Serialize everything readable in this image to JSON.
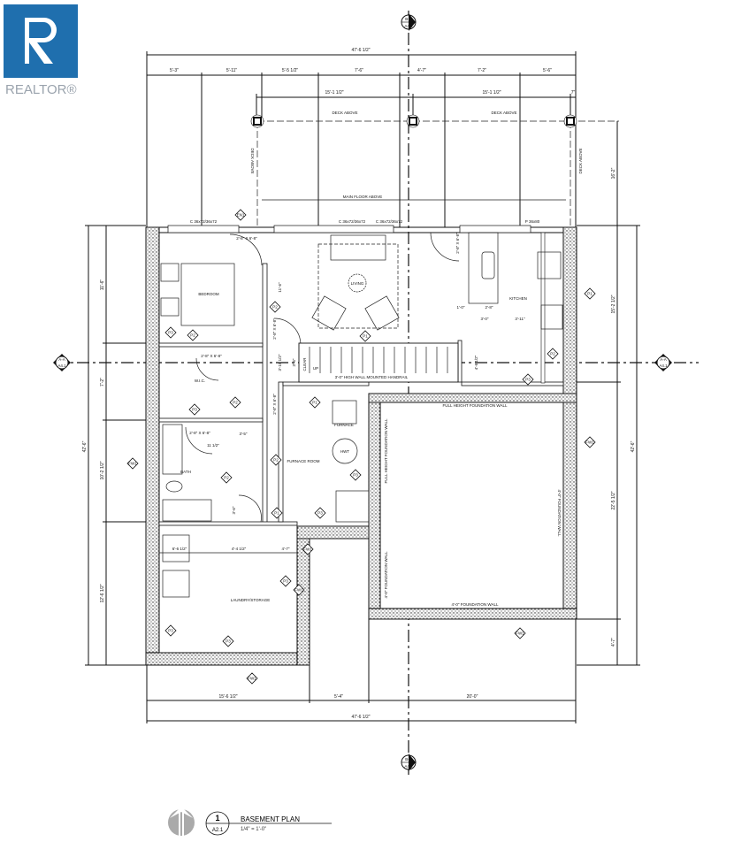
{
  "logo": {
    "text": "REALTOR®",
    "color": "#1f6fae"
  },
  "title_block": {
    "view_number": "1",
    "sheet_ref": "A2.1",
    "title": "BASEMENT PLAN",
    "scale": "1/4\" = 1'-0\""
  },
  "section_markers": {
    "b_top": {
      "label": "B-B",
      "sheet": "A4.2"
    },
    "b_bottom": {
      "label": "B-B",
      "sheet": "A4.2"
    },
    "a_left": {
      "label": "A-A",
      "sheet": "A4.1"
    },
    "a_right": {
      "label": "A-A",
      "sheet": "A4.1"
    }
  },
  "dimensions": {
    "top_overall": "47'-6 1/2\"",
    "top_segments": [
      "5'-3\"",
      "5'-11\"",
      "5'-5 1/2\"",
      "7'-6\"",
      "4'-7\"",
      "7'-2\"",
      "5'-6\""
    ],
    "deck": [
      "15'-1 1/2\"",
      "15'-1 1/2\"",
      "7\""
    ],
    "left_segments": [
      "11'-6\"",
      "7'-2\"",
      "10'-2 1/2\"",
      "12'-6 1/2\""
    ],
    "left_overall": "42'-6\"",
    "right_segments": [
      "16'-2\"",
      "15'-2 1/2\"",
      "22'-5 1/2\"",
      "4'-7\""
    ],
    "right_overall": "42'-6\"",
    "bottom_segments": [
      "15'-6 1/2\"",
      "5'-4\"",
      "20'-0\""
    ],
    "bottom_overall": "47'-6 1/2\"",
    "interior": [
      "11'-6\"",
      "2'-8\" X 6'-8\"",
      "2'-8\" X 6'-8\"",
      "2'-8\" X 6'-8\"",
      "2'-8\" X 6'-8\"",
      "2'-8\" X 6'-8\"",
      "2'-8\" X 6'-8\"",
      "1'-0\"",
      "2'-8\"",
      "3'-0\"",
      "3'-11\"",
      "3'-10 1/2\"",
      "3'-4\"",
      "4'-6 1/2\"",
      "3'-5\"",
      "11 1/2\"",
      "6'-6 1/2\"",
      "4'-4 1/2\"",
      "4'-7\"",
      "3'-6\""
    ]
  },
  "rooms": {
    "bedroom": "BEDROOM",
    "living": "LIVING",
    "kitchen": "KITCHEN",
    "wic": "W.I.C.",
    "bath": "BATH",
    "furnace": "FURNACE",
    "hwt": "HWT",
    "furnace_room": "FURNACE ROOM",
    "laundry": "LAUNDRY/STORAGE"
  },
  "notes": {
    "deck_above": "DECK ABOVE",
    "main_floor_above": "MAIN FLOOR ABOVE",
    "handrail": "3'-0\" HIGH WALL MOUNTED HANDRAIL",
    "clear": "CLEAR",
    "up": "UP",
    "full_height_wall": "FULL HEIGHT FOUNDATION WALL",
    "four_ft_wall": "4'-0\" FOUNDATION WALL"
  },
  "windows": [
    "C 36x72/36x72",
    "C 36x72/36x72",
    "C 36x72/36x72",
    "P 36x80"
  ],
  "wall_tags": {
    "p1": "P1",
    "p2": "P2",
    "p3": "P3",
    "fw1": "FW1",
    "en": "EN1"
  }
}
